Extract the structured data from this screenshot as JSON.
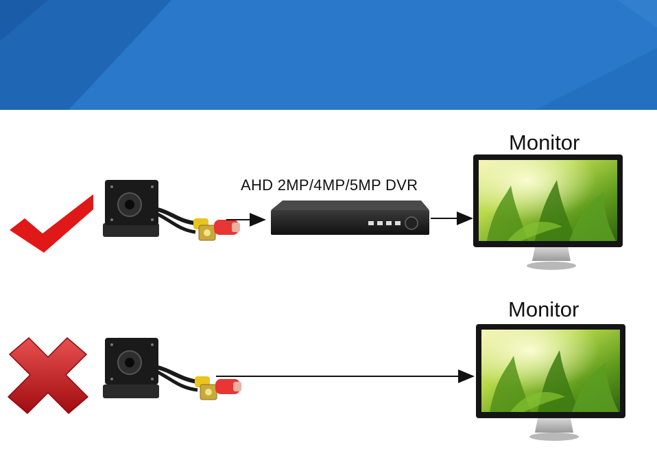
{
  "colors": {
    "banner_blue": "#2a78c9",
    "banner_dark": "#1f66b5",
    "check_red": "#e01818",
    "cross_red": "#c8161b"
  },
  "row_ok": {
    "status_icon": "check-mark-icon",
    "camera_icon": "pinhole-camera-icon",
    "dvr_label": "AHD 2MP/4MP/5MP DVR",
    "dvr_icon": "dvr-recorder-icon",
    "monitor_label": "Monitor",
    "monitor_icon": "monitor-icon"
  },
  "row_bad": {
    "status_icon": "cross-mark-icon",
    "camera_icon": "pinhole-camera-icon",
    "monitor_label": "Monitor",
    "monitor_icon": "monitor-icon"
  }
}
